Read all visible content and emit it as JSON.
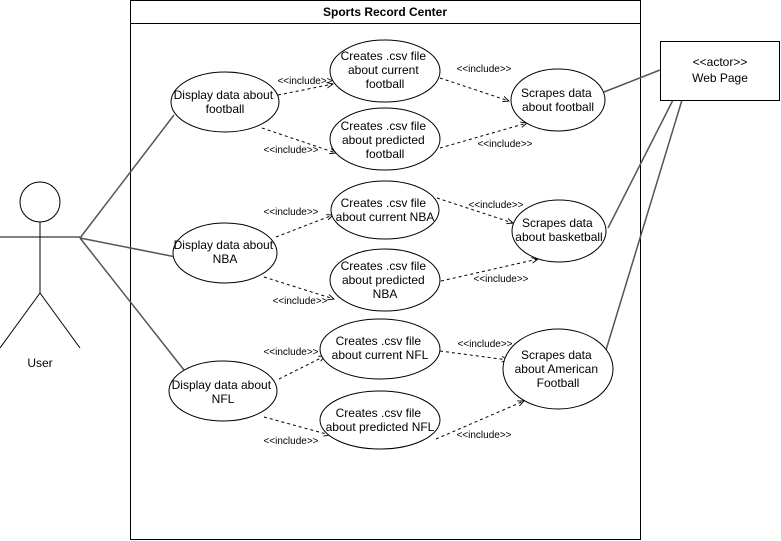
{
  "system": {
    "title": "Sports Record Center"
  },
  "actors": {
    "user": {
      "label": "User"
    },
    "web_page": {
      "stereotype": "<<actor>>",
      "label": "Web Page"
    }
  },
  "include_label": "<<include>>",
  "use_cases": {
    "display_football": [
      "Display data about",
      "football"
    ],
    "csv_current_football": [
      "Creates .csv file",
      "about current",
      "football"
    ],
    "csv_predicted_football": [
      "Creates .csv file",
      "about predicted",
      "football"
    ],
    "scrape_football": [
      "Scrapes data",
      "about football"
    ],
    "display_nba": [
      "Display data about",
      "NBA"
    ],
    "csv_current_nba": [
      "Creates .csv file",
      "about current NBA"
    ],
    "csv_predicted_nba": [
      "Creates .csv file",
      "about predicted",
      "NBA"
    ],
    "scrape_basketball": [
      "Scrapes data",
      "about basketball"
    ],
    "display_nfl": [
      "Display data about",
      "NFL"
    ],
    "csv_current_nfl": [
      "Creates .csv file",
      "about current NFL"
    ],
    "csv_predicted_nfl": [
      "Creates .csv file",
      "about predicted NFL"
    ],
    "scrape_american_football": [
      "Scrapes data",
      "about American",
      "Football"
    ]
  }
}
